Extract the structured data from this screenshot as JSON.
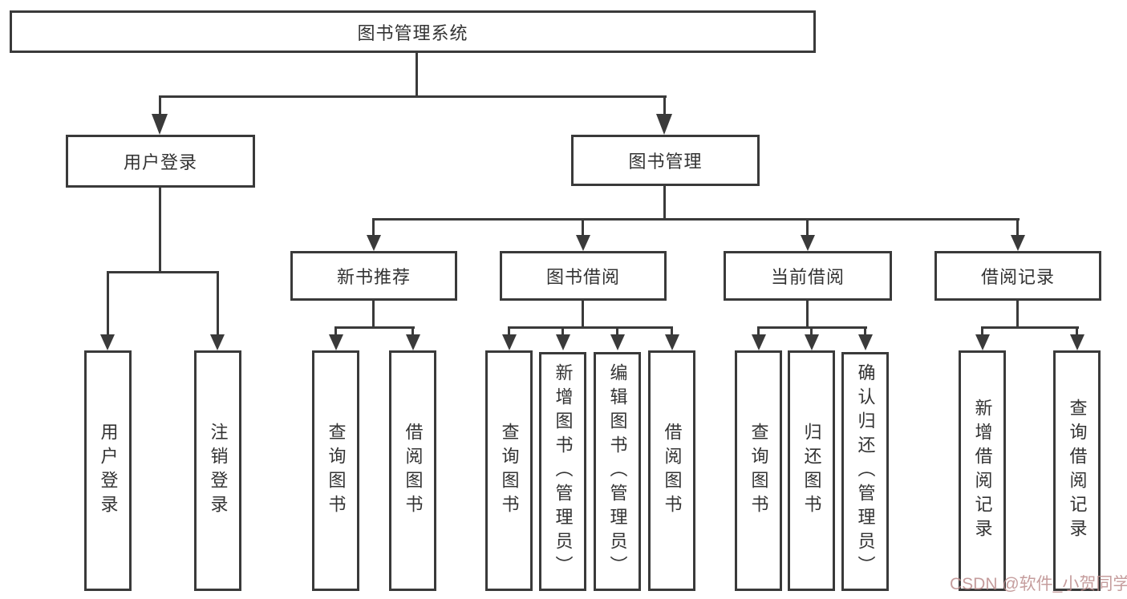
{
  "tree": {
    "root": "图书管理系统",
    "user": {
      "label": "用户登录",
      "children": [
        "用户登录",
        "注销登录"
      ]
    },
    "mgmt": {
      "label": "图书管理",
      "sections": [
        {
          "label": "新书推荐",
          "children": [
            "查询图书",
            "借阅图书"
          ]
        },
        {
          "label": "图书借阅",
          "children": [
            "查询图书",
            "新增图书（管理员）",
            "编辑图书（管理员）",
            "借阅图书"
          ]
        },
        {
          "label": "当前借阅",
          "children": [
            "查询图书",
            "归还图书",
            "确认归还（管理员）"
          ]
        },
        {
          "label": "借阅记录",
          "children": [
            "新增借阅记录",
            "查询借阅记录"
          ]
        }
      ]
    }
  },
  "watermark": {
    "text": "CSDN @软件_小贺同学"
  },
  "colors": {
    "line": "#3a3a3a",
    "text": "#333333",
    "watermark": "#bc8d8d",
    "background": "#ffffff"
  }
}
